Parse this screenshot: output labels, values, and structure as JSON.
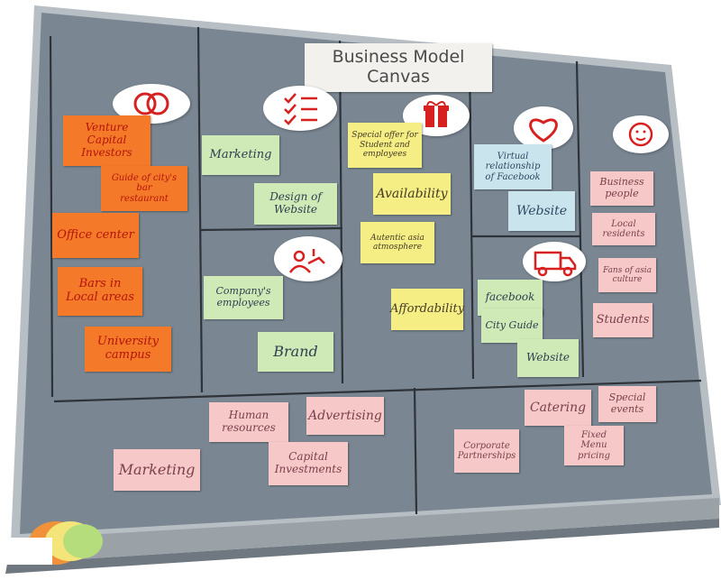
{
  "board": {
    "title": "Business Model Canvas",
    "colors": {
      "felt": "#7a8793",
      "frame": "#b7bec4",
      "rail": "#2e3339",
      "tray": "#9aa2a8",
      "orange_card": "#f47a2a",
      "green_card": "#cfe9b7",
      "yellow_card": "#f4ee84",
      "blue_card": "#c9e4ec",
      "pink_card": "#f6c8c8"
    }
  },
  "sections": {
    "key_partners": {
      "icon": "rings-icon",
      "cards": [
        "Venture Capital\nInvestors",
        "Guide of city's bar\nrestaurant",
        "Office center",
        "Bars in\nLocal areas",
        "University\ncampus"
      ]
    },
    "key_activities": {
      "icon": "checklist-icon",
      "cards": [
        "Marketing",
        "Design of\nWebsite"
      ]
    },
    "key_resources": {
      "icon": "worker-icon",
      "cards": [
        "Company's\nemployees",
        "Brand"
      ]
    },
    "value_propositions": {
      "icon": "gift-icon",
      "cards": [
        "Special offer for\nStudent and\nemployees",
        "Availability",
        "Autentic asia\natmosphere",
        "Affordability"
      ]
    },
    "customer_relationships": {
      "icon": "heart-icon",
      "cards": [
        "Virtual relationship\nof Facebook",
        "Website"
      ]
    },
    "channels": {
      "icon": "truck-icon",
      "cards": [
        "facebook",
        "City Guide",
        "Website"
      ]
    },
    "customer_segments": {
      "icon": "face-icon",
      "cards": [
        "Business\npeople",
        "Local residents",
        "Fans of asia\nculture",
        "Students"
      ]
    },
    "cost_structure": {
      "cards": [
        "Human\nresources",
        "Advertising",
        "Marketing",
        "Capital\nInvestments"
      ]
    },
    "revenue_streams": {
      "cards": [
        "Catering",
        "Special\nevents",
        "Corporate\nPartnerships",
        "Fixed Menu\npricing"
      ]
    }
  }
}
